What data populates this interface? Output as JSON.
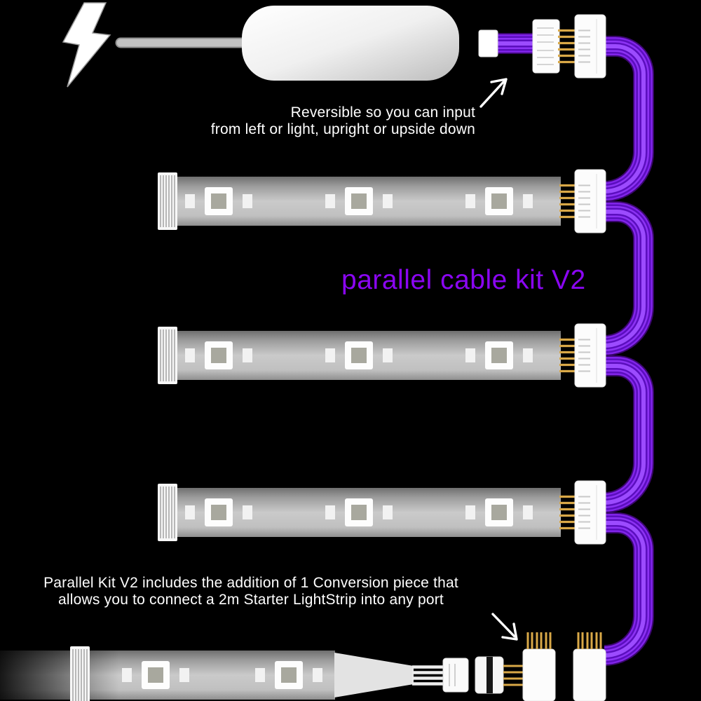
{
  "title": {
    "text": "parallel cable kit V2",
    "color": "#8A06F2"
  },
  "captions": {
    "reversible": {
      "line1": "Reversible so you can input",
      "line2": "from left or light, upright or upside down"
    },
    "conversion": {
      "line1": "Parallel Kit V2 includes the addition of 1 Conversion piece that",
      "line2": "allows you to connect a 2m Starter LightStrip into any port"
    }
  },
  "colors": {
    "background": "#000000",
    "title_purple": "#8A06F2",
    "ribbon_purple_dark": "#3B0670",
    "ribbon_purple_mid": "#5B0EBE",
    "ribbon_purple_light": "#8D33F4",
    "strip_gray": "#BDBDBD",
    "pin_gold": "#D9A847",
    "caption_text": "#FFFFFF"
  },
  "components": {
    "lightning_bolt": "lightning-bolt-icon",
    "power_adapter": "power-adapter",
    "led_strip_count": 3,
    "ribbon_cable": "parallel-ribbon-cable",
    "conversion_piece": "conversion-piece",
    "starter_lightstrip": "2m Starter LightStrip",
    "arrow_top": "arrow-up-right-icon",
    "arrow_bottom": "arrow-down-right-icon"
  }
}
